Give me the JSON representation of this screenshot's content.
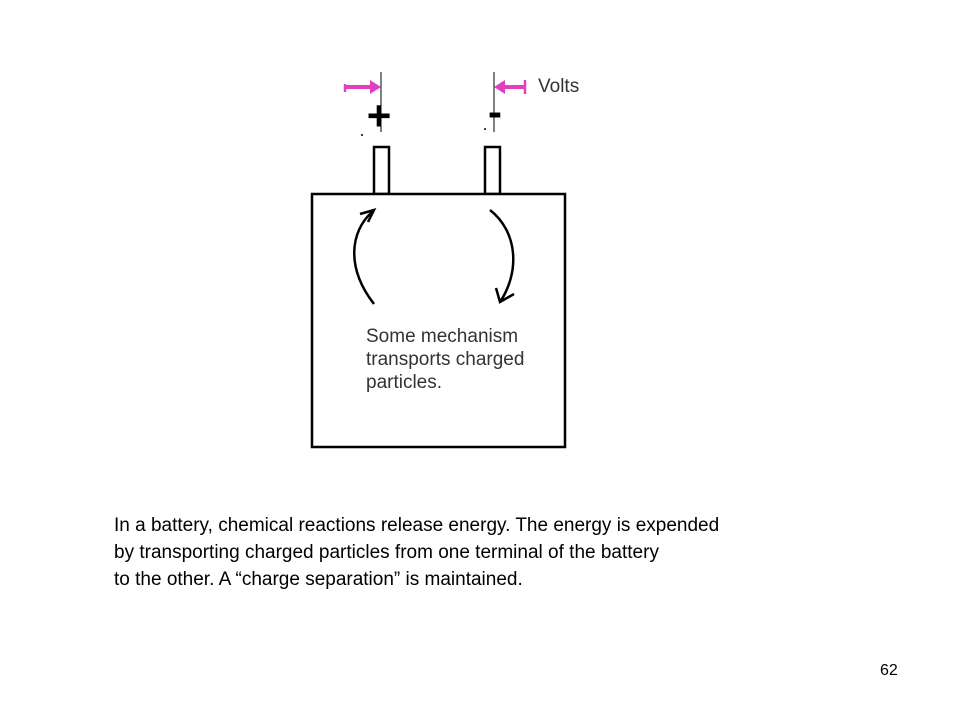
{
  "diagram": {
    "positive_terminal_sign": "+",
    "negative_terminal_sign": "-",
    "meter_label": "Volts",
    "mechanism_note": [
      "Some mechanism",
      "transports charged",
      "particles."
    ],
    "colors": {
      "probe": "#e040c0",
      "outline": "#000000",
      "note_text": "#333333"
    }
  },
  "caption": {
    "lines": [
      "In a battery, chemical reactions release energy.  The energy is expended",
      "by transporting charged particles  from one terminal of the battery",
      "to the other.  A “charge separation” is maintained."
    ]
  },
  "page_number": "62"
}
